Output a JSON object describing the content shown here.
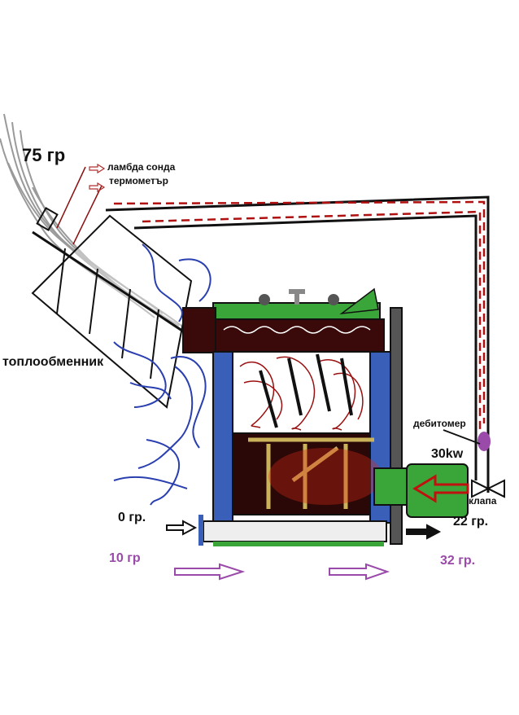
{
  "labels": {
    "flue_temp": "75 гр",
    "lambda_probe": "ламбда сонда",
    "thermometer": "термометър",
    "heat_exchanger": "топлообменник",
    "flow_meter": "дебитомер",
    "power": "30kw",
    "valve": "клапа",
    "inlet_temp": "0 гр.",
    "outlet_temp": "22 гр.",
    "bottom_left_temp": "10 гр",
    "bottom_right_temp": "32 гр."
  },
  "colors": {
    "flue_gas": "#9a9a9a",
    "hot_air": "#b01010",
    "cold_air": "#2a3fb0",
    "boiler_frame": "#111111",
    "boiler_blue": "#3a5fb8",
    "green_parts": "#3aa63a",
    "purple": "#9a4aa8",
    "wood_tray": "#e9dba0"
  }
}
